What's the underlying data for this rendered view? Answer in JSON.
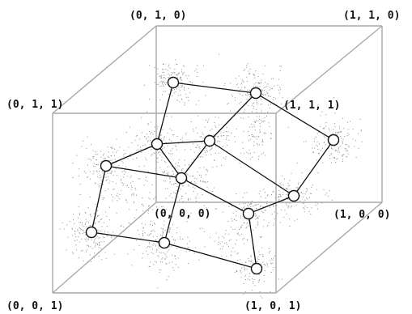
{
  "corner_labels": {
    "back_top_left": "(0, 1, 0)",
    "back_top_right": "(1, 1, 0)",
    "front_top_left": "(0, 1, 1)",
    "front_top_right": "(1, 1, 1)",
    "back_bottom_left": "(0, 0, 0)",
    "back_bottom_right": "(1, 0, 0)",
    "front_bottom_left": "(0, 0, 1)",
    "front_bottom_right": "(1, 0, 1)"
  },
  "colors": {
    "cube_edge": "#a9a9a9",
    "link": "#111111",
    "node_fill": "#ffffff",
    "scatter": "#8c8c8c"
  }
}
